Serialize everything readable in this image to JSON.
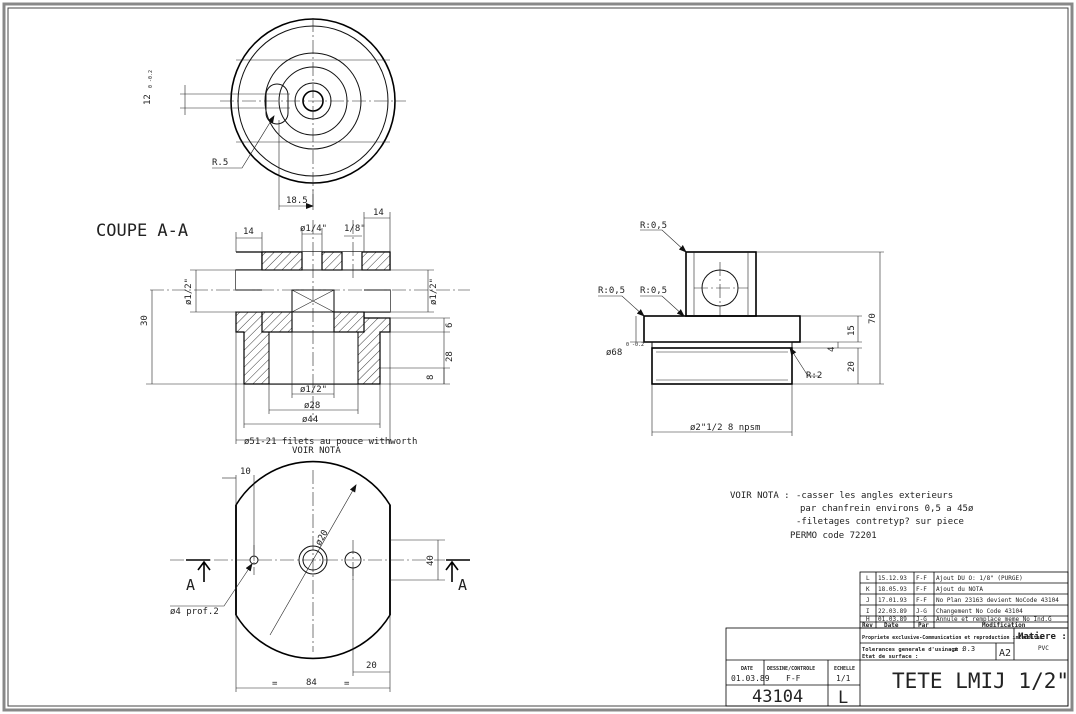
{
  "section": {
    "title": "COUPE A-A"
  },
  "dims": {
    "top_12": "12",
    "top_tol": "0 -0.2",
    "top_r5": "R.5",
    "top_185": "18.5",
    "sec_14a": "14",
    "sec_phi14": "ø1/4\"",
    "sec_18": "1/8\"",
    "sec_14b": "14",
    "sec_phi12l": "ø1/2\"",
    "sec_phi12r": "ø1/2\"",
    "sec_30": "30",
    "sec_6": "6",
    "sec_28": "28",
    "sec_8": "8",
    "sec_phi12b": "ø1/2\"",
    "sec_phi28": "ø28",
    "sec_phi44": "ø44",
    "sec_thread": "ø51-21 filets au pouce withworth",
    "sec_voir": "VOIR NOTA",
    "bot_10": "10",
    "bot_phi20": "ø20",
    "bot_40": "40",
    "bot_20": "20",
    "bot_84": "84",
    "bot_eq1": "=",
    "bot_eq2": "=",
    "bot_phi4": "ø4 prof.2",
    "bot_A1": "A",
    "bot_A2": "A",
    "side_r05a": "R:0,5",
    "side_r05b": "R:0,5",
    "side_r05c": "R:0,5",
    "side_phi68": "ø68",
    "side_tol": "0 -0.2",
    "side_r2": "R:2",
    "side_70": "70",
    "side_15": "15",
    "side_4": "4",
    "side_20": "20",
    "side_thread": "ø2\"1/2 8 npsm"
  },
  "nota": {
    "label": "VOIR NOTA :",
    "lines": [
      "-casser les angles exterieurs",
      "par chanfrein environs 0,5 a 45ø",
      "-filetages contretyp? sur piece",
      "PERMO code 72201"
    ]
  },
  "revisions": {
    "rows": [
      {
        "rev": "L",
        "date": "15.12.93",
        "par": "F-F",
        "mod": "Ajout DU O: 1/8\" (PURGE)"
      },
      {
        "rev": "K",
        "date": "18.05.93",
        "par": "F-F",
        "mod": "Ajout du NOTA"
      },
      {
        "rev": "J",
        "date": "17.01.93",
        "par": "F-F",
        "mod": "No Plan 23163 devient NoCode 43104"
      },
      {
        "rev": "I",
        "date": "22.03.89",
        "par": "J-G",
        "mod": "Changement No Code 43104"
      },
      {
        "rev": "H",
        "date": "01.03.89",
        "par": "J-G",
        "mod": "Annule et remplace meme No Ind.G"
      }
    ],
    "header": {
      "rev": "Rev",
      "date": "Date",
      "par": "Par",
      "mod": "Modification"
    }
  },
  "titleblock": {
    "property": "Propriete exclusive-Communication et reproduction interdites",
    "tol_label": "Tolerances generale d'usinage :",
    "tol_value": "± 0.3",
    "surface_label": "Etat de surface :",
    "format": "A2",
    "matiere_label": "Matiere :",
    "matiere_value": "PVC",
    "date_label": "DATE",
    "date_value": "01.03.89",
    "designer_label": "DESSINE/CONTROLE",
    "designer_value": "F-F",
    "scale_label": "ECHELLE",
    "scale_value": "1/1",
    "title": "TETE LMIJ 1/2\"",
    "code": "43104",
    "revision": "L"
  }
}
